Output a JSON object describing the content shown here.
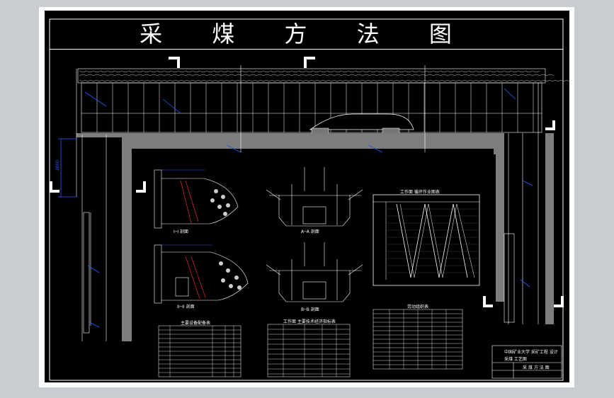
{
  "drawing": {
    "title": "采 煤 方 法 图"
  },
  "labels": {
    "section_a": "I─I 剖面",
    "section_b": "II─II 剖面",
    "section_c": "A─A 剖面",
    "section_d": "B─B 剖面",
    "chart_title": "工作面 循环作业图表",
    "table_left_title": "主要设备配备表",
    "table_mid_title": "工作面 主要技术经济指标表",
    "table_right_title": "劳动组织表",
    "dimension": "2000"
  },
  "title_block": {
    "line1": "中国矿业大学 采矿工程 设计",
    "line2": "采煤 工艺图",
    "line3": "采 煤 方 法 图"
  },
  "colors": {
    "background": "#000000",
    "frame": "#ffffff",
    "wall": "#808080",
    "dimension": "#2b5bff",
    "accent": "#ff3030"
  }
}
